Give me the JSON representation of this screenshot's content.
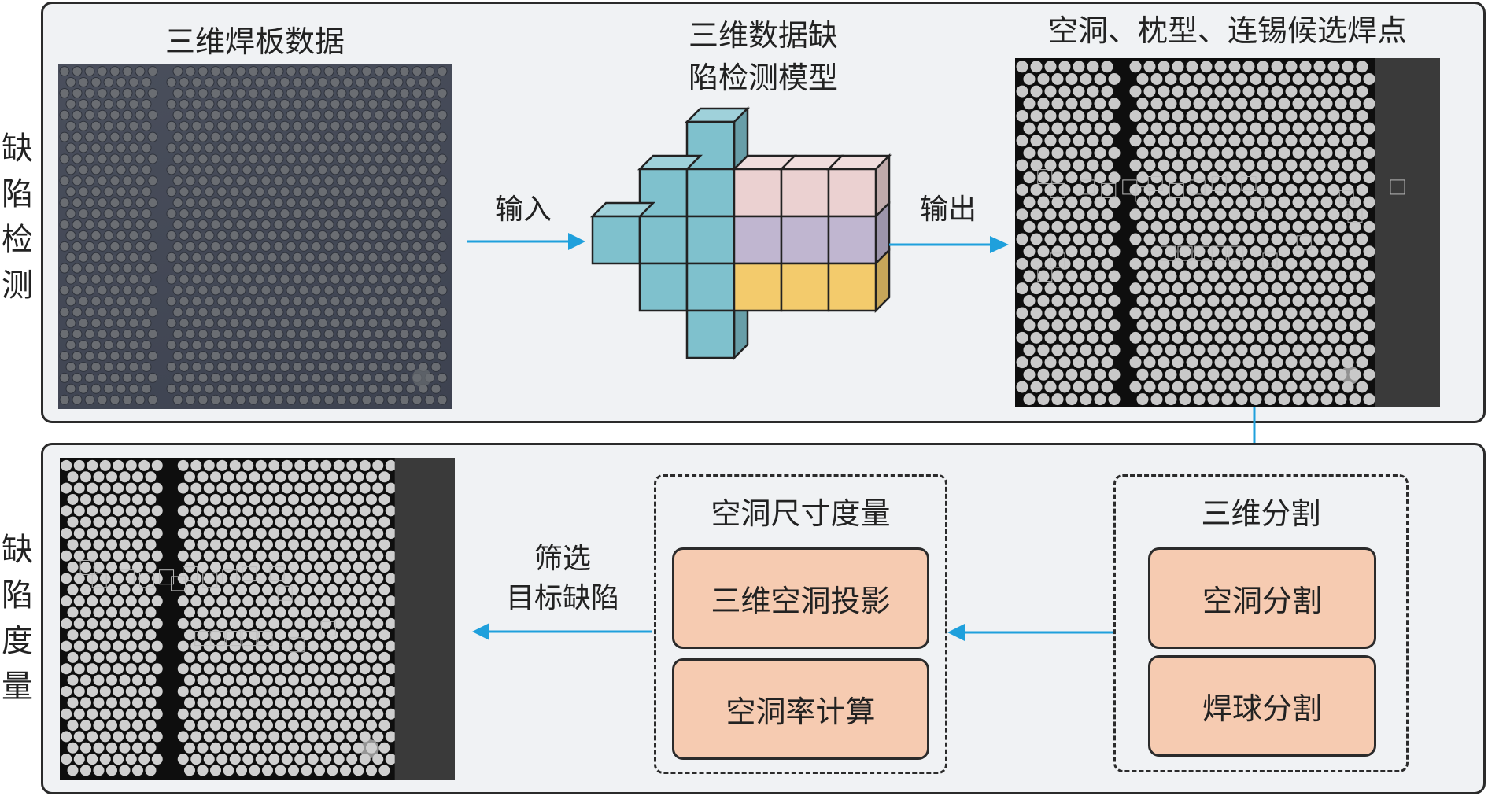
{
  "colors": {
    "arrow": "#1fa0dc",
    "panel_bg": "#f0f2f4",
    "box_fill": "#f6cbb1",
    "cube_teal": "#7fc1cd",
    "cube_pink": "#ebd1d1",
    "cube_purple": "#c0b6d0",
    "cube_yellow": "#f3cb6c"
  },
  "detection": {
    "side_label": [
      "缺",
      "陷",
      "检",
      "测"
    ],
    "input_title": "三维焊板数据",
    "model_title_line1": "三维数据缺",
    "model_title_line2": "陷检测模型",
    "output_title": "空洞、枕型、连锡候选焊点",
    "input_arrow_label": "输入",
    "output_arrow_label": "输出"
  },
  "measurement": {
    "side_label": [
      "缺",
      "陷",
      "度",
      "量"
    ],
    "filter_label_line1": "筛选",
    "filter_label_line2": "目标缺陷",
    "void_measure": {
      "title": "空洞尺寸度量",
      "items": [
        "三维空洞投影",
        "空洞率计算"
      ]
    },
    "segmentation": {
      "title": "三维分割",
      "items": [
        "空洞分割",
        "焊球分割"
      ]
    }
  }
}
